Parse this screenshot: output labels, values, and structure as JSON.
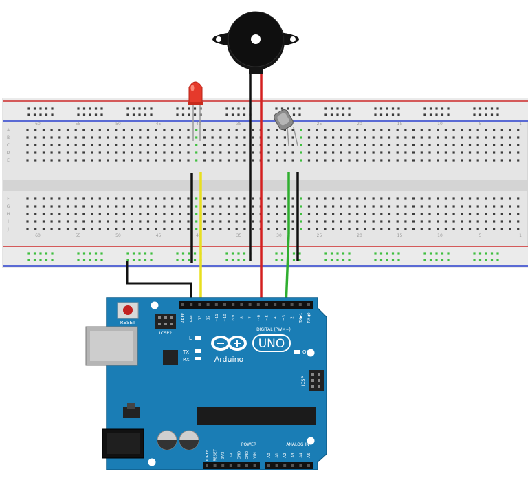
{
  "breadboard": {
    "row_letters_top": [
      "A",
      "B",
      "C",
      "D",
      "E"
    ],
    "row_letters_bottom": [
      "F",
      "G",
      "H",
      "I",
      "J"
    ],
    "column_numbers": [
      "60",
      "55",
      "50",
      "45",
      "40",
      "35",
      "30",
      "25",
      "20",
      "15",
      "10",
      "5",
      "1"
    ],
    "colors": {
      "body": "#e4e4e4",
      "rail_red": "#cc2b2b",
      "rail_blue": "#2b3fcc",
      "hole": "#3c3c3c",
      "hole_active": "#3fbf3f"
    }
  },
  "components": [
    {
      "name": "red-led",
      "icon": "led-icon",
      "color": "#e53a2b"
    },
    {
      "name": "piezo-buzzer",
      "icon": "buzzer-icon",
      "color": "#111111"
    },
    {
      "name": "photoresistor",
      "icon": "sensor-icon",
      "color": "#8a8a8a"
    }
  ],
  "wires": [
    {
      "name": "led-cathode-wire",
      "color": "#111111"
    },
    {
      "name": "led-signal-wire",
      "color": "#e8df1f"
    },
    {
      "name": "buzzer-ground-wire",
      "color": "#111111"
    },
    {
      "name": "buzzer-signal-wire",
      "color": "#d42020"
    },
    {
      "name": "sensor-signal-wire",
      "color": "#2fae2f"
    },
    {
      "name": "sensor-ground-wire",
      "color": "#111111"
    },
    {
      "name": "gnd-rail-wire",
      "color": "#111111"
    }
  ],
  "arduino": {
    "board_color": "#1a7db5",
    "logo_text": "Arduino",
    "model": "UNO",
    "reset_label": "RESET",
    "icsp2_label": "ICSP2",
    "icsp_label": "ICSP",
    "led_labels": {
      "l": "L",
      "tx": "TX",
      "rx": "RX",
      "on": "ON"
    },
    "digital_header_label": "DIGITAL (PWM~)",
    "digital_pins": [
      "AREF",
      "GND",
      "13",
      "12",
      "~11",
      "~10",
      "~9",
      "8",
      "7",
      "~6",
      "~5",
      "4",
      "~3",
      "2",
      "TX▶1",
      "RX◀0"
    ],
    "power_header_label": "POWER",
    "power_pins": [
      "IOREF",
      "RESET",
      "3V3",
      "5V",
      "GND",
      "GND",
      "VIN"
    ],
    "analog_header_label": "ANALOG IN",
    "analog_pins": [
      "A0",
      "A1",
      "A2",
      "A3",
      "A4",
      "A5"
    ]
  }
}
